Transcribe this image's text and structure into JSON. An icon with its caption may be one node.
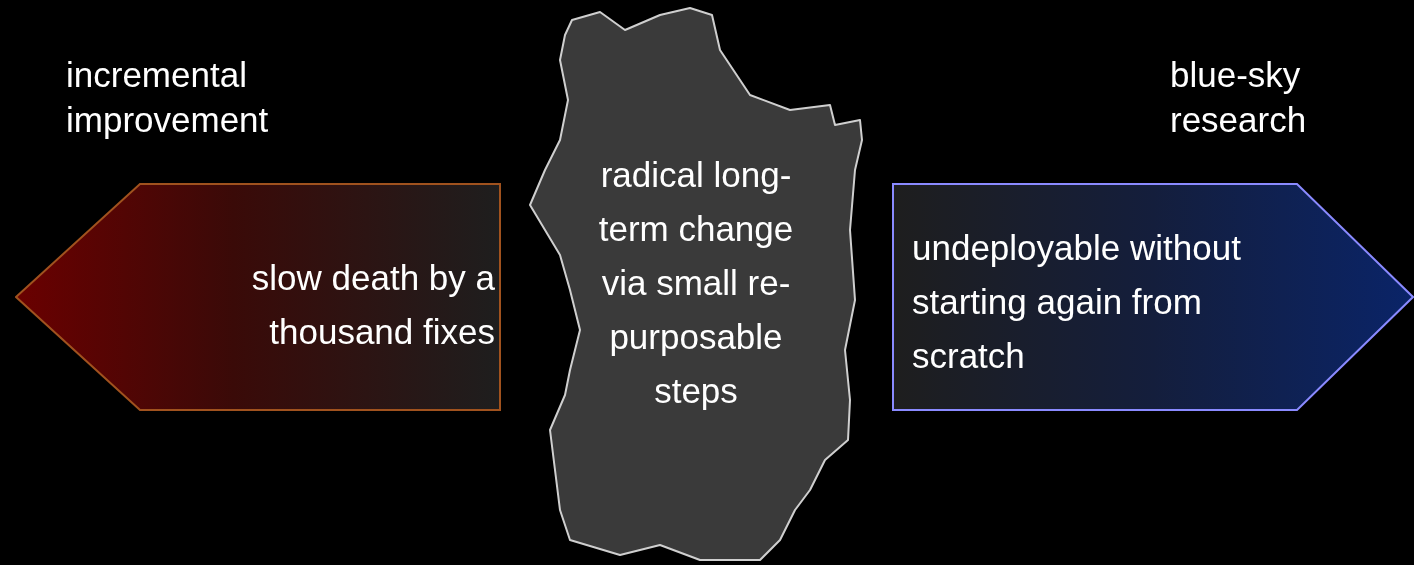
{
  "diagram": {
    "nodes": [
      {
        "text": [
          "slow death by a thousand fixes"
        ]
      },
      {
        "text": [
          "radical long-term change via small re-purposable steps"
        ]
      },
      {
        "text": [
          "undeployable without starting again from scratch"
        ]
      }
    ],
    "labels": [
      "incremental improvement",
      "blue-sky research"
    ]
  }
}
